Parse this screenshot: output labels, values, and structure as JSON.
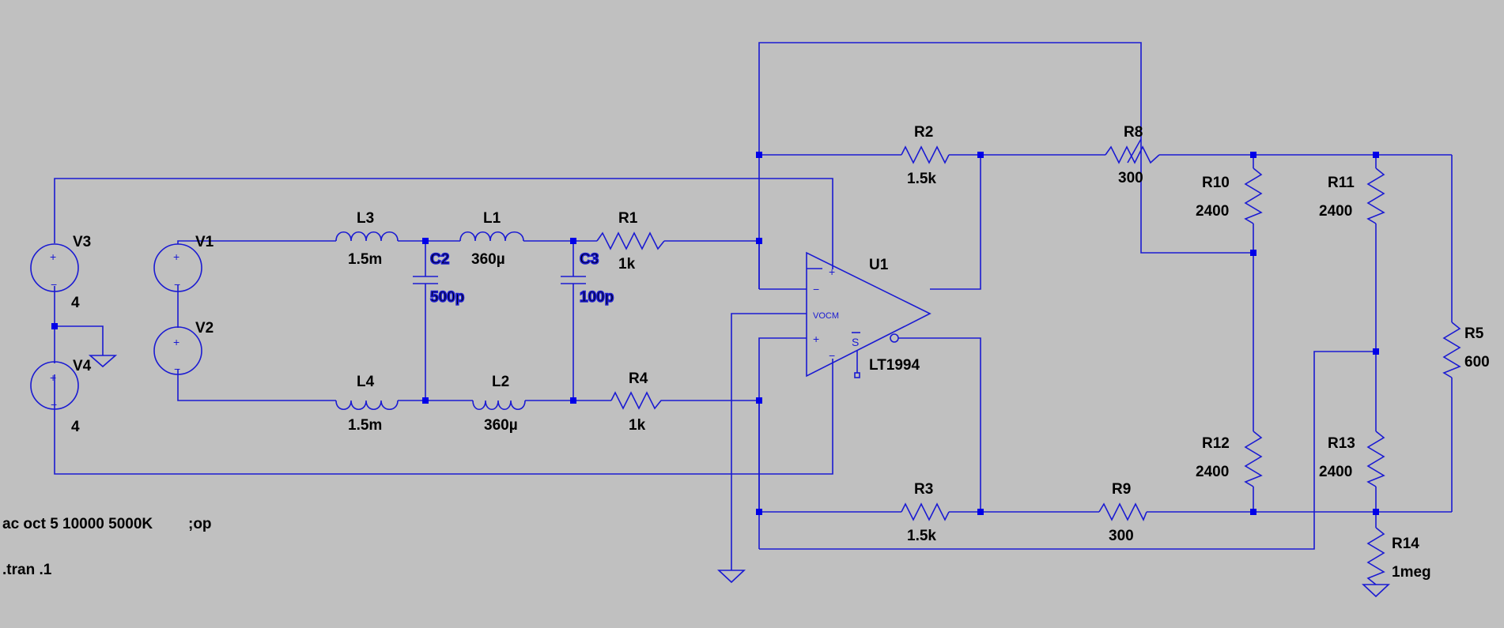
{
  "schematic": {
    "sources": {
      "V3": {
        "name": "V3",
        "value": "4"
      },
      "V4": {
        "name": "V4",
        "value": "4"
      },
      "V1": {
        "name": "V1"
      },
      "V2": {
        "name": "V2"
      }
    },
    "inductors": {
      "L3": {
        "name": "L3",
        "value": "1.5m"
      },
      "L1": {
        "name": "L1",
        "value": "360µ"
      },
      "L4": {
        "name": "L4",
        "value": "1.5m"
      },
      "L2": {
        "name": "L2",
        "value": "360µ"
      }
    },
    "capacitors": {
      "C2": {
        "name": "C2",
        "value": "500p"
      },
      "C3": {
        "name": "C3",
        "value": "100p"
      }
    },
    "resistors": {
      "R1": {
        "name": "R1",
        "value": "1k"
      },
      "R4": {
        "name": "R4",
        "value": "1k"
      },
      "R2": {
        "name": "R2",
        "value": "1.5k"
      },
      "R3": {
        "name": "R3",
        "value": "1.5k"
      },
      "R8": {
        "name": "R8",
        "value": "300"
      },
      "R9": {
        "name": "R9",
        "value": "300"
      },
      "R10": {
        "name": "R10",
        "value": "2400"
      },
      "R11": {
        "name": "R11",
        "value": "2400"
      },
      "R12": {
        "name": "R12",
        "value": "2400"
      },
      "R13": {
        "name": "R13",
        "value": "2400"
      },
      "R5": {
        "name": "R5",
        "value": "600"
      },
      "R14": {
        "name": "R14",
        "value": "1meg"
      }
    },
    "opamp": {
      "name": "U1",
      "part": "LT1994",
      "pins": {
        "plus": "+",
        "minus": "−",
        "vocm": "VOCM",
        "shdn": "S"
      }
    },
    "source_polarity": {
      "plus": "+",
      "minus": "−"
    },
    "directives": {
      "ac": "ac oct 5 10000 5000K",
      "op": ";op",
      "tran": ".tran .1"
    }
  }
}
